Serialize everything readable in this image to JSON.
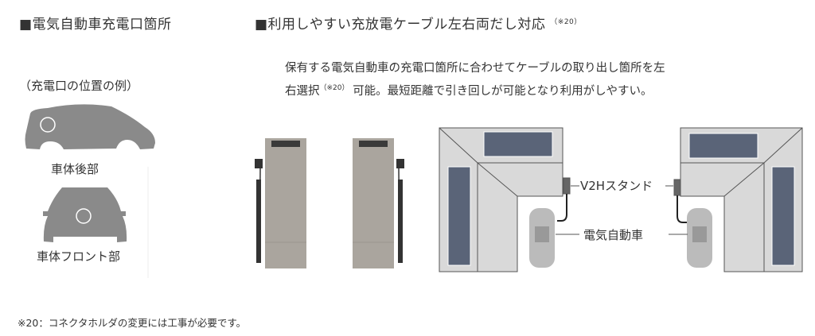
{
  "left_section": {
    "title": "■電気自動車充電口箇所",
    "subtitle": "（充電口の位置の例）",
    "examples": [
      {
        "label": "車体後部"
      },
      {
        "label": "車体フロント部"
      }
    ]
  },
  "right_section": {
    "title": "■利用しやすい充放電ケーブル左右両だし対応",
    "title_note": "（※20）",
    "description_line1": "保有する電気自動車の充電口箇所に合わせてケーブルの取り出し箇所を左",
    "description_line2_a": "右選択",
    "description_line2_note": "（※20）",
    "description_line2_b": "可能。最短距離で引き回しが可能となり利用がしやすい。",
    "diagram_labels": {
      "stand": "V2Hスタンド",
      "car": "電気自動車"
    }
  },
  "footnote": "※20：コネクタホルダの変更には工事が必要です。",
  "colors": {
    "car_silhouette": "#8a8a8a",
    "charger_body": "#aaa59e",
    "house_roof": "#d9d9d9",
    "solar_panel": "#5a6478"
  }
}
